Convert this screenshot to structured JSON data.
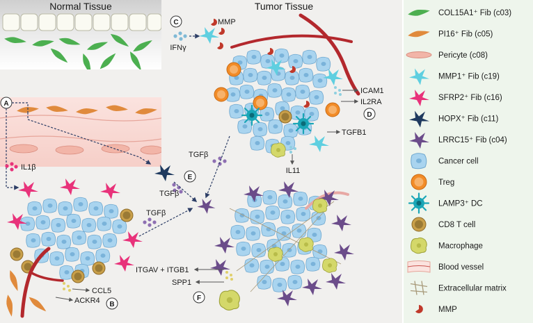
{
  "titles": {
    "normal": "Normal Tissue",
    "tumor": "Tumor Tissue"
  },
  "badges": {
    "a": "A",
    "b": "B",
    "c": "C",
    "d": "D",
    "e": "E",
    "f": "F"
  },
  "labels": {
    "mmp": "MMP",
    "ifng": "IFNγ",
    "il1b": "IL1β",
    "icam1": "ICAM1",
    "il2ra": "IL2RA",
    "tgfb1": "TGFB1",
    "il11": "IL11",
    "tgfb_e_top": "TGFβ",
    "tgfb_e_left": "TGFβ",
    "tgfb_b": "TGFβ",
    "ccl5": "CCL5",
    "ackr4": "ACKR4",
    "itgav": "ITGAV + ITGB1",
    "spp1": "SPP1"
  },
  "legend": [
    {
      "key": "col15a1",
      "text": "COL15A1⁺ Fib (c03)",
      "icon": "green-fibroblast-icon"
    },
    {
      "key": "pi16",
      "text": "PI16⁺ Fib (c05)",
      "icon": "orange-fibroblast-icon"
    },
    {
      "key": "pericyte",
      "text": "Pericyte (c08)",
      "icon": "pericyte-icon"
    },
    {
      "key": "mmp1",
      "text": "MMP1⁺ Fib (c19)",
      "icon": "cyan-fibroblast-icon"
    },
    {
      "key": "sfrp2",
      "text": "SFRP2⁺ Fib (c16)",
      "icon": "magenta-fibroblast-icon"
    },
    {
      "key": "hopx",
      "text": "HOPX⁺ Fib (c11)",
      "icon": "navy-fibroblast-icon"
    },
    {
      "key": "lrrc15",
      "text": "LRRC15⁺ Fib (c04)",
      "icon": "purple-fibroblast-icon"
    },
    {
      "key": "cancer",
      "text": "Cancer cell",
      "icon": "cancer-cell-icon"
    },
    {
      "key": "treg",
      "text": "Treg",
      "icon": "treg-icon"
    },
    {
      "key": "lamp3",
      "text": "LAMP3⁺ DC",
      "icon": "dendritic-cell-icon"
    },
    {
      "key": "cd8",
      "text": "CD8 T cell",
      "icon": "cd8-tcell-icon"
    },
    {
      "key": "macrophage",
      "text": "Macrophage",
      "icon": "macrophage-icon"
    },
    {
      "key": "vessel",
      "text": "Blood vessel",
      "icon": "blood-vessel-icon"
    },
    {
      "key": "ecm",
      "text": "Extracellular matrix",
      "icon": "ecm-icon"
    },
    {
      "key": "mmp",
      "text": "MMP",
      "icon": "mmp-icon"
    }
  ],
  "colors": {
    "col15a1": "#4caf50",
    "pi16": "#e08a3c",
    "pericyte": "#f2b5a8",
    "mmp1": "#5fcfe0",
    "sfrp2": "#e8327a",
    "hopx": "#1f3a5f",
    "lrrc15": "#6b4c8a",
    "cancer": "#a9d4ef",
    "treg": "#f28c28",
    "lamp3": "#1aa6b7",
    "cd8": "#c9a04a",
    "macrophage": "#d4d86a",
    "vessel": "#b3282d",
    "mmp": "#c0392b",
    "tumorBg": "#f1f0ee",
    "legendBg": "#eef5ec"
  }
}
